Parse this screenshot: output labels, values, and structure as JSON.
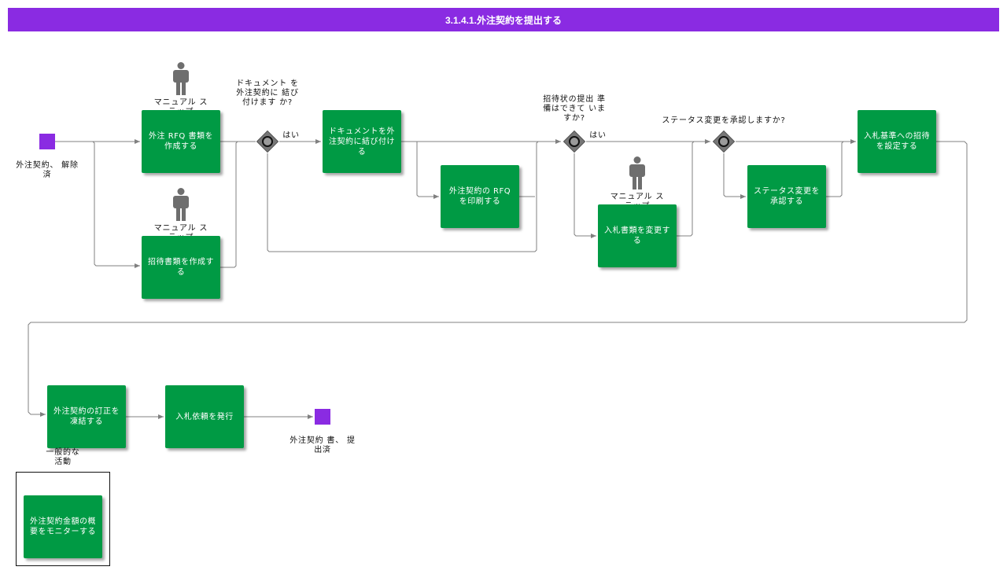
{
  "title": "3.1.4.1.外注契約を提出する",
  "events": {
    "start_label": "外注契約、 解除済",
    "end_label": "外注契約 書、 提出済"
  },
  "tasks": {
    "create_rfq": "外注 RFQ 書類を作成する",
    "create_invitation": "招待書類を作成する",
    "attach_doc": "ドキュメントを外注契約に結び付ける",
    "print_rfq": "外注契約の RFQ を印刷する",
    "change_bid_docs": "入札書類を変更する",
    "approve_status": "ステータス変更を承認する",
    "set_invitation": "入札基準への招待を設定する",
    "freeze_revision": "外注契約の訂正を凍結する",
    "issue_bid": "入札依頼を発行",
    "monitor_summary": "外注契約金額の概要をモニターする"
  },
  "manual_step_label": "マニュアル ステップ",
  "gateways": {
    "g1_question": "ドキュメント を外注契約に 結び付けます か?",
    "g2_question": "招待状の提出 準備はできて いますか?",
    "g3_question": "ステータス変更を承認しますか?",
    "yes": "はい"
  },
  "group_label": "一般的な 活動",
  "colors": {
    "task": "#009a44",
    "event": "#8a2be2",
    "title_bar": "#8a2be2",
    "connector": "#808080"
  }
}
